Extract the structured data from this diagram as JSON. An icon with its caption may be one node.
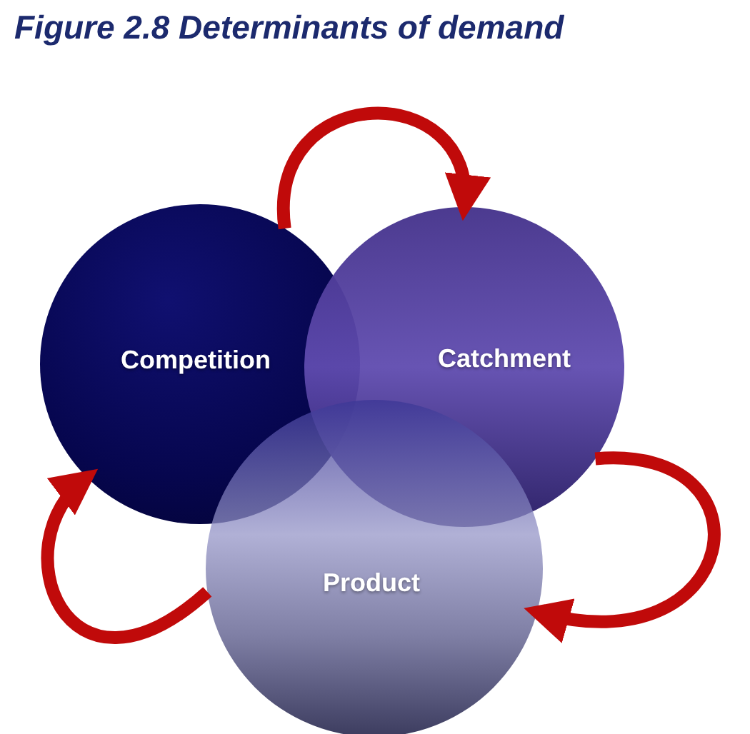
{
  "diagram": {
    "title": "Figure 2.8 Determinants of demand",
    "nodes": [
      {
        "text": [
          "Competition"
        ]
      },
      {
        "text": [
          "Catchment"
        ]
      },
      {
        "text": [
          "Product"
        ]
      }
    ],
    "edges": [
      {
        "from": 0,
        "to": 1,
        "arrow": "to"
      },
      {
        "from": 1,
        "to": 2,
        "arrow": "to"
      },
      {
        "from": 2,
        "to": 0,
        "arrow": "to"
      }
    ]
  }
}
